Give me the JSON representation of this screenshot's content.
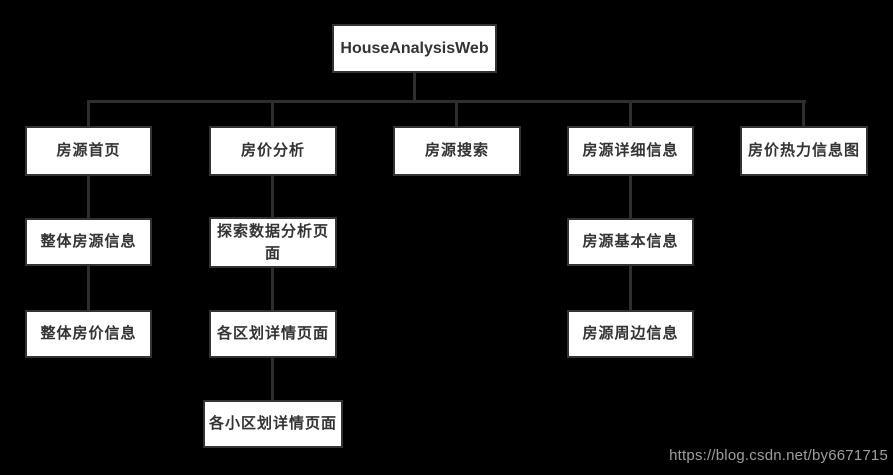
{
  "diagram": {
    "title": "HouseAnalysisWeb",
    "nodes": {
      "root": {
        "label": "HouseAnalysisWeb"
      },
      "home": {
        "label": "房源首页"
      },
      "price_analysis": {
        "label": "房价分析"
      },
      "search": {
        "label": "房源搜索"
      },
      "detail": {
        "label": "房源详细信息"
      },
      "heatmap": {
        "label": "房价热力信息图"
      },
      "overall_listing": {
        "label": "整体房源信息"
      },
      "overall_price": {
        "label": "整体房价信息"
      },
      "eda_page": {
        "label": "探索数据分析页面"
      },
      "district_page": {
        "label": "各区划详情页面"
      },
      "subdistrict_page": {
        "label": "各小区划详情页面"
      },
      "basic_info": {
        "label": "房源基本信息"
      },
      "surrounding_info": {
        "label": "房源周边信息"
      }
    },
    "edges": [
      {
        "from": "root",
        "to": "home"
      },
      {
        "from": "root",
        "to": "price_analysis"
      },
      {
        "from": "root",
        "to": "search"
      },
      {
        "from": "root",
        "to": "detail"
      },
      {
        "from": "root",
        "to": "heatmap"
      },
      {
        "from": "home",
        "to": "overall_listing"
      },
      {
        "from": "overall_listing",
        "to": "overall_price"
      },
      {
        "from": "price_analysis",
        "to": "eda_page"
      },
      {
        "from": "eda_page",
        "to": "district_page"
      },
      {
        "from": "district_page",
        "to": "subdistrict_page"
      },
      {
        "from": "detail",
        "to": "basic_info"
      },
      {
        "from": "basic_info",
        "to": "surrounding_info"
      }
    ]
  },
  "watermark": {
    "text": "https://blog.csdn.net/by6671715"
  },
  "colors": {
    "background": "#000000",
    "box_fill": "#ffffff",
    "box_border": "#333333",
    "box_text": "#333333",
    "connector": "#2e2e2e",
    "watermark_text": "#9e9e9e"
  }
}
